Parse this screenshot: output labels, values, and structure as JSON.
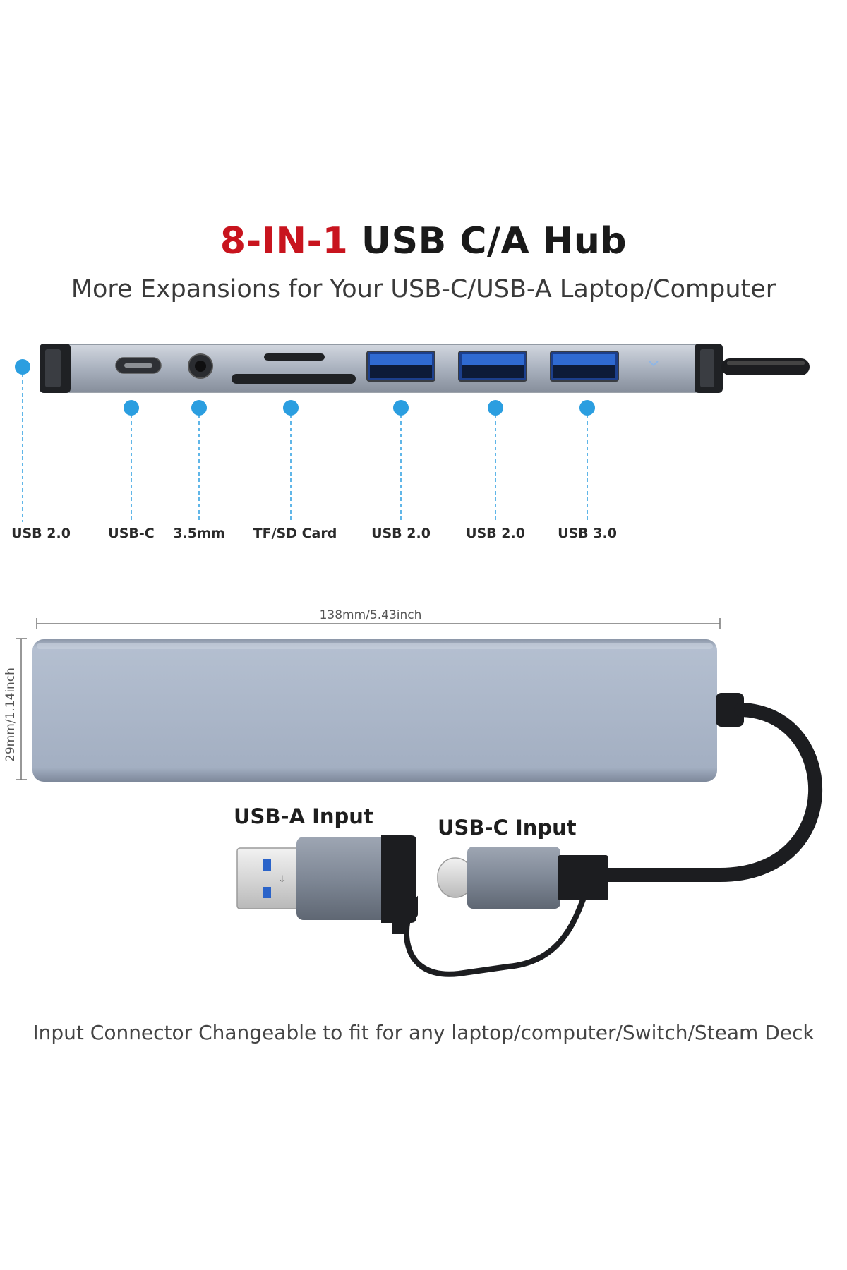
{
  "header": {
    "title_highlight": "8-IN-1",
    "title_rest": " USB C/A Hub",
    "subtitle": "More Expansions for Your USB-C/USB-A Laptop/Computer",
    "highlight_color": "#c8141e"
  },
  "ports": [
    {
      "label": "USB 2.0"
    },
    {
      "label": "USB-C"
    },
    {
      "label": "3.5mm"
    },
    {
      "label": "TF/SD Card"
    },
    {
      "label": "USB 2.0"
    },
    {
      "label": "USB 2.0"
    },
    {
      "label": "USB 3.0"
    }
  ],
  "dimensions": {
    "width_text": "138mm/5.43inch",
    "height_text": "29mm/1.14inch"
  },
  "inputs": {
    "usb_a_label": "USB-A Input",
    "usb_c_label": "USB-C Input"
  },
  "footer": {
    "caption": "Input Connector Changeable to fit for any laptop/computer/Switch/Steam Deck"
  },
  "colors": {
    "callout": "#2b9ee0",
    "port_blue": "#2a63c9",
    "hub_body": "#a7b3c6"
  }
}
